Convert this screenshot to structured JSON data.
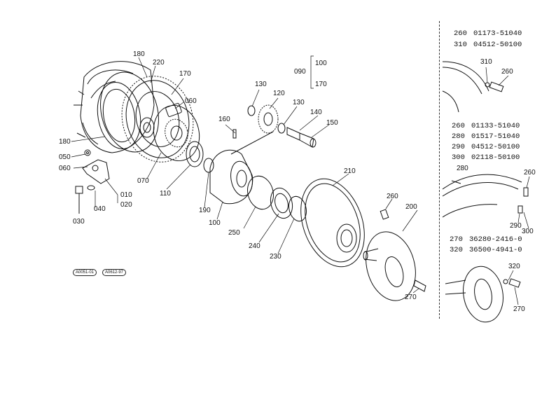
{
  "callouts": {
    "c180a": "180",
    "c220": "220",
    "c170": "170",
    "c060b": "060",
    "c180b": "180",
    "c050": "050",
    "c060a": "060",
    "c070": "070",
    "c010": "010",
    "c020": "020",
    "c040": "040",
    "c030": "030",
    "c110": "110",
    "c190": "190",
    "c100": "100",
    "c160": "160",
    "c130a": "130",
    "c120": "120",
    "c130b": "130",
    "c140": "140",
    "c150": "150",
    "c090": "090",
    "c090_100": "100",
    "c090_170": "170",
    "c250": "250",
    "c240": "240",
    "c230": "230",
    "c210": "210",
    "c260": "260",
    "c200": "200",
    "c270": "270"
  },
  "codes": {
    "left": "A0051-01",
    "right": "A0612-97"
  },
  "detail_a": {
    "parts": [
      {
        "ref": "260",
        "number": "01173-51040"
      },
      {
        "ref": "310",
        "number": "04512-50100"
      }
    ],
    "labels": {
      "d310": "310",
      "d260": "260"
    }
  },
  "detail_b": {
    "parts": [
      {
        "ref": "260",
        "number": "01133-51040"
      },
      {
        "ref": "280",
        "number": "01517-51040"
      },
      {
        "ref": "290",
        "number": "04512-50100"
      },
      {
        "ref": "300",
        "number": "02118-50100"
      }
    ],
    "labels": {
      "d280": "280",
      "d260": "260",
      "d290": "290",
      "d300": "300"
    }
  },
  "detail_c": {
    "parts": [
      {
        "ref": "270",
        "number": "36280-2416-0"
      },
      {
        "ref": "320",
        "number": "36500-4941-0"
      }
    ],
    "labels": {
      "d320": "320",
      "d270": "270"
    }
  }
}
